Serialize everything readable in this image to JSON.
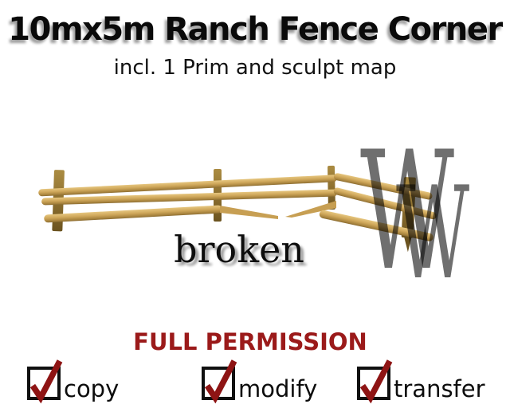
{
  "header": {
    "title": "10mx5m Ranch Fence Corner",
    "subtitle": "incl. 1 Prim and sculpt map"
  },
  "product": {
    "annotation": "broken",
    "watermark_letter": "W"
  },
  "permissions": {
    "heading": "FULL PERMISSION",
    "items": [
      {
        "label": "copy",
        "checked": true
      },
      {
        "label": "modify",
        "checked": true
      },
      {
        "label": "transfer",
        "checked": true
      }
    ]
  },
  "colors": {
    "background": "#ffffff",
    "title_text": "#0a0a0a",
    "title_shadow": "#9e9e9e",
    "heading_red": "#9b1a1a",
    "check_red": "#8e1414",
    "checkbox_border": "#101010",
    "rail_wood_light": "#e6c67f",
    "rail_wood_mid": "#cfa75a",
    "rail_wood_dark": "#8a6c33",
    "post_wood": "#8d7030",
    "watermark_gray": "#6f6f6f"
  }
}
